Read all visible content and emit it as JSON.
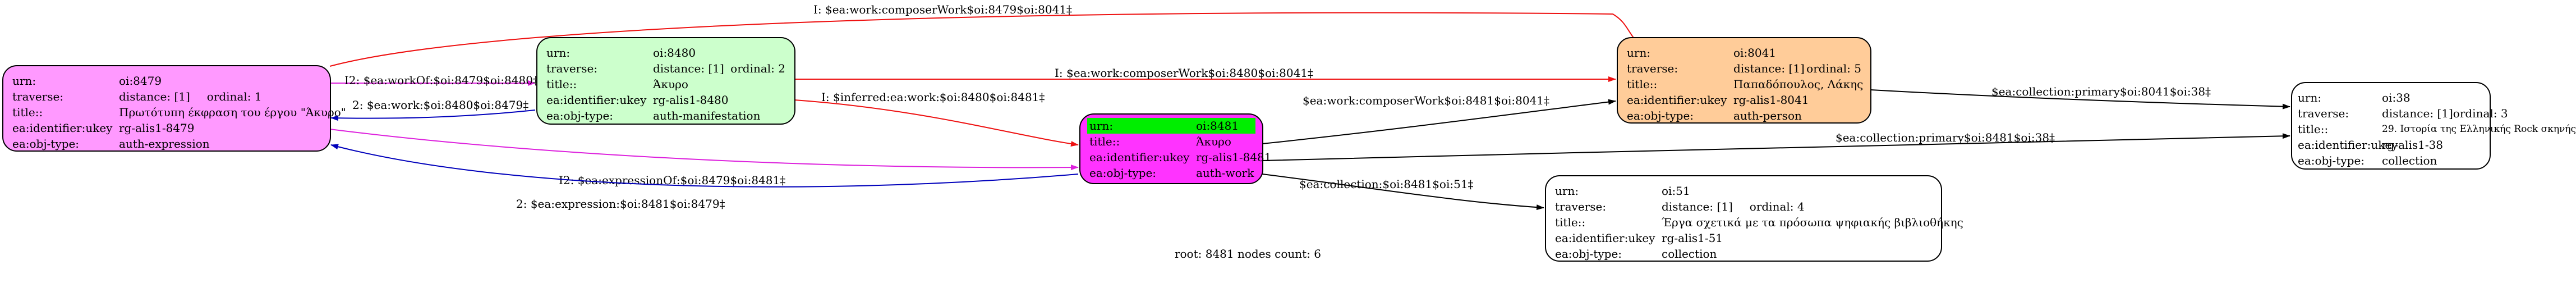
{
  "nodes": {
    "n8479": {
      "fill": "#ff99ff",
      "urn_key": "urn:",
      "urn": "oi:8479",
      "traverse_key": "traverse:",
      "distance": "distance: [1]",
      "ordinal": "ordinal: 1",
      "title_key": "title::",
      "title": "Πρωτότυπη έκφραση του έργου \"Άκυρο\"",
      "ukey_key": "ea:identifier:ukey",
      "ukey": "rg-alis1-8479",
      "type_key": "ea:obj-type:",
      "type": "auth-expression"
    },
    "n8480": {
      "fill": "#ccffcc",
      "urn_key": "urn:",
      "urn": "oi:8480",
      "traverse_key": "traverse:",
      "distance": "distance: [1]",
      "ordinal": "ordinal: 2",
      "title_key": "title::",
      "title": "Άκυρο",
      "ukey_key": "ea:identifier:ukey",
      "ukey": "rg-alis1-8480",
      "type_key": "ea:obj-type:",
      "type": "auth-manifestation"
    },
    "n8481": {
      "fill": "#ff33ff",
      "urn_key": "urn:",
      "urn": "oi:8481",
      "title_key": "title::",
      "title": "Άκυρο",
      "ukey_key": "ea:identifier:ukey",
      "ukey": "rg-alis1-8481",
      "type_key": "ea:obj-type:",
      "type": "auth-work"
    },
    "n8041": {
      "fill": "#ffcc99",
      "urn_key": "urn:",
      "urn": "oi:8041",
      "traverse_key": "traverse:",
      "distance": "distance: [1]",
      "ordinal": "ordinal: 5",
      "title_key": "title::",
      "title": "Παπαδόπουλος, Λάκης",
      "ukey_key": "ea:identifier:ukey",
      "ukey": "rg-alis1-8041",
      "type_key": "ea:obj-type:",
      "type": "auth-person"
    },
    "n51": {
      "fill": "#ffffff",
      "urn_key": "urn:",
      "urn": "oi:51",
      "traverse_key": "traverse:",
      "distance": "distance: [1]",
      "ordinal": "ordinal: 4",
      "title_key": "title::",
      "title": "Έργα σχετικά με τα πρόσωπα ψηφιακής βιβλιοθήκης",
      "ukey_key": "ea:identifier:ukey",
      "ukey": "rg-alis1-51",
      "type_key": "ea:obj-type:",
      "type": "collection"
    },
    "n38": {
      "fill": "#ffffff",
      "urn_key": "urn:",
      "urn": "oi:38",
      "traverse_key": "traverse:",
      "distance": "distance: [1]",
      "ordinal": "ordinal: 3",
      "title_key": "title::",
      "title": "29. Ιστορία της Ελληνικής Rock σκηνής",
      "ukey_key": "ea:identifier:ukey",
      "ukey": "rg-alis1-38",
      "type_key": "ea:obj-type:",
      "type": "collection"
    }
  },
  "edges": [
    {
      "id": "composer-8479-8041",
      "label": "I: $ea:work:composerWork$oi:8479$oi:8041‡",
      "color": "#ee1111"
    },
    {
      "id": "workof-8479-8480",
      "label": "I2: $ea:workOf:$oi:8479$oi:8480‡",
      "color": "#dd22dd"
    },
    {
      "id": "work-8480-8479",
      "label": "2: $ea:work:$oi:8480$oi:8479‡",
      "color": "#0000bb"
    },
    {
      "id": "composer-8480-8041",
      "label": "I: $ea:work:composerWork$oi:8480$oi:8041‡",
      "color": "#ee1111"
    },
    {
      "id": "inferred-8480-8481",
      "label": "I: $inferred:ea:work:$oi:8480$oi:8481‡",
      "color": "#ee1111"
    },
    {
      "id": "expressionof-8479-8481",
      "label": "I2: $ea:expressionOf:$oi:8479$oi:8481‡",
      "color": "#dd22dd"
    },
    {
      "id": "expression-8481-8479",
      "label": "2: $ea:expression:$oi:8481$oi:8479‡",
      "color": "#0000bb"
    },
    {
      "id": "composer-8481-8041",
      "label": "$ea:work:composerWork$oi:8481$oi:8041‡",
      "color": "#000000"
    },
    {
      "id": "primary-8041-38",
      "label": "$ea:collection:primary$oi:8041$oi:38‡",
      "color": "#000000"
    },
    {
      "id": "primary-8481-38",
      "label": "$ea:collection:primary$oi:8481$oi:38‡",
      "color": "#000000"
    },
    {
      "id": "collection-8481-51",
      "label": "$ea:collection:$oi:8481$oi:51‡",
      "color": "#000000"
    }
  ],
  "caption": "root: 8481 nodes count: 6"
}
